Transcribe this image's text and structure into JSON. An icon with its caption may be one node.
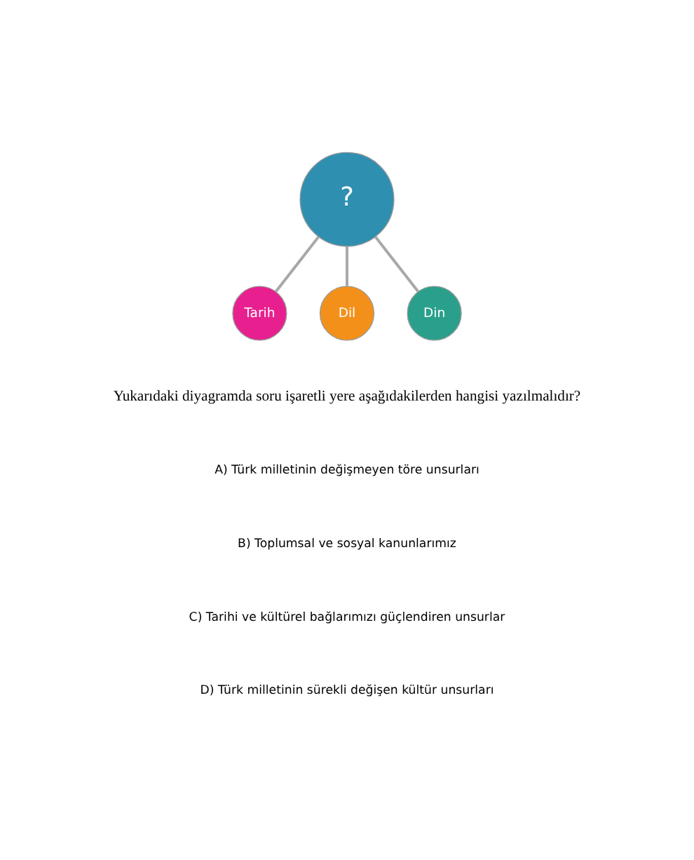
{
  "diagram": {
    "nodes": [
      {
        "text": [
          "?"
        ]
      },
      {
        "text": [
          "Tarih"
        ]
      },
      {
        "text": [
          "Dil"
        ]
      },
      {
        "text": [
          "Din"
        ]
      }
    ],
    "edges": [
      {
        "from": 0,
        "to": 1,
        "arrow": "none"
      },
      {
        "from": 0,
        "to": 2,
        "arrow": "none"
      },
      {
        "from": 0,
        "to": 3,
        "arrow": "none"
      }
    ],
    "labels": [
      "Yukarıdaki diyagramda soru işaretli yere aşağıdakilerden hangisi yazılmalıdır?",
      "A) Türk milletinin değişmeyen töre unsurları",
      "B) Toplumsal ve sosyal kanunlarımız",
      "C) Tarihi ve kültürel bağlarımızı güçlendiren unsurlar",
      "D) Türk milletinin sürekli değişen kültür unsurları"
    ]
  }
}
